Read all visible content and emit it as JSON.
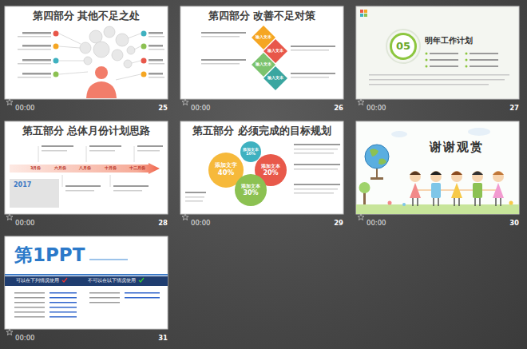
{
  "diagram": {
    "nodes": [
      {
        "text": [
          "第四部分 其他不足之处"
        ]
      },
      {
        "text": [
          "第四部分 改善不足对策"
        ]
      },
      {
        "text": [
          "输入文本"
        ],
        "in": 1
      },
      {
        "text": [
          "输入文本"
        ],
        "in": 1
      },
      {
        "text": [
          "输入文本"
        ],
        "in": 1
      },
      {
        "text": [
          "输入文本"
        ],
        "in": 1
      },
      {
        "text": [
          "明年工作计划"
        ]
      },
      {
        "text": [
          "05"
        ],
        "in": 6
      },
      {
        "text": [
          "第五部分 总体月份计划思路"
        ]
      },
      {
        "text": [
          "3月份",
          "六月份",
          "八月份",
          "十月份",
          "十二月份"
        ],
        "in": 8
      },
      {
        "text": [
          "2017"
        ],
        "in": 8
      },
      {
        "text": [
          "第五部分 必须完成的目标规划"
        ]
      },
      {
        "text": [
          "添加文字",
          "40%"
        ],
        "in": 11
      },
      {
        "text": [
          "添加文本",
          "10%"
        ],
        "in": 11
      },
      {
        "text": [
          "添加文本",
          "20%"
        ],
        "in": 11
      },
      {
        "text": [
          "添加文本",
          "30%"
        ],
        "in": 11
      },
      {
        "text": [
          "谢谢观赏"
        ]
      },
      {
        "text": [
          "第1PPT",
          "可以在下列情况使用",
          "不可以在以下情况使用"
        ]
      }
    ],
    "labels": [
      "00:00",
      "25",
      "00:00",
      "26",
      "00:00",
      "27",
      "00:00",
      "28",
      "00:00",
      "29",
      "00:00",
      "30",
      "00:00",
      "31"
    ]
  }
}
